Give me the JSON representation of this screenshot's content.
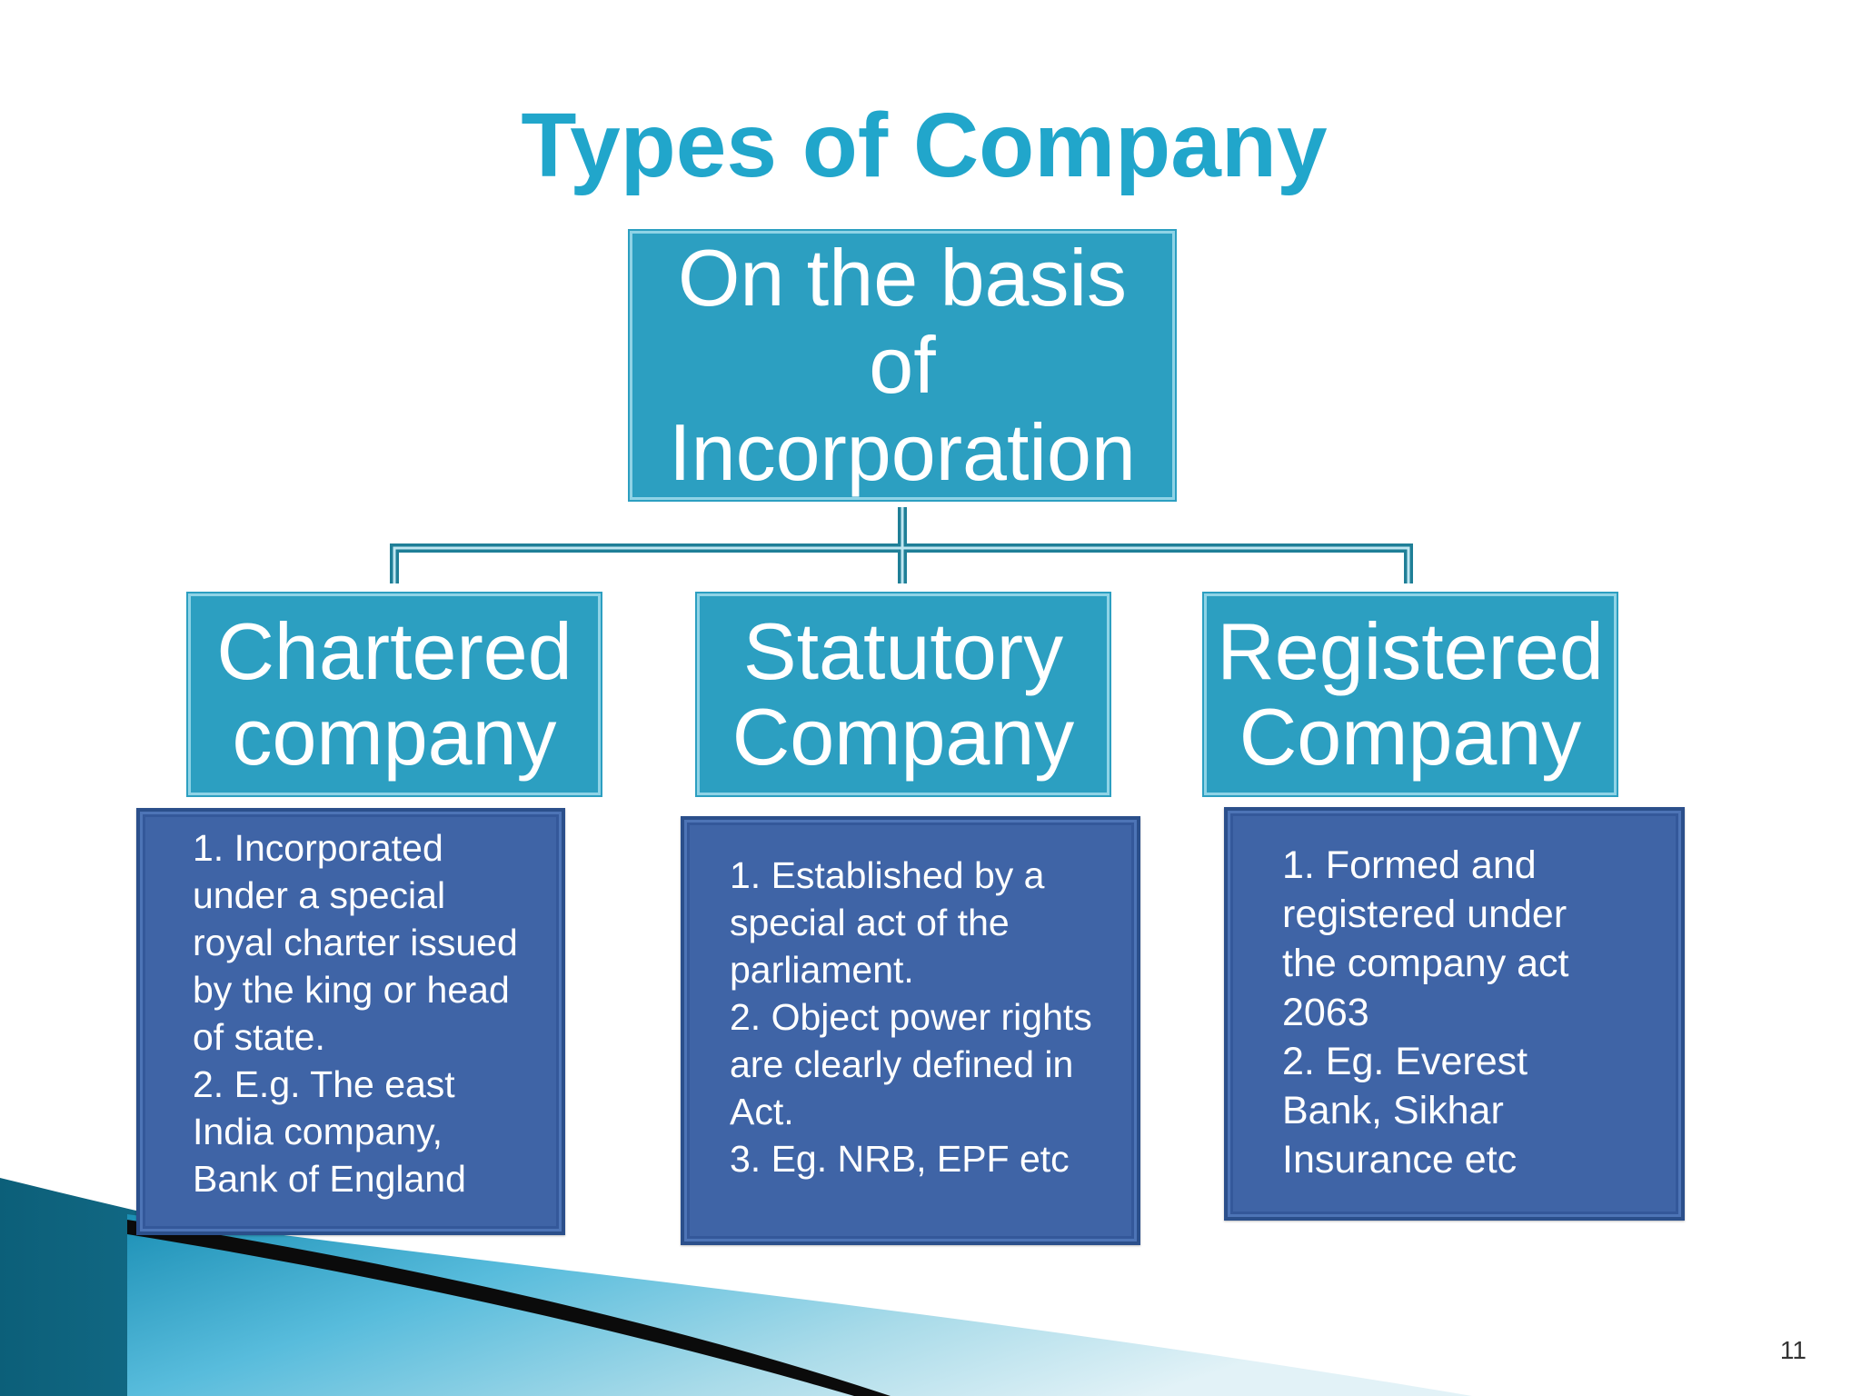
{
  "slide": {
    "title": "Types of Company",
    "page_number": "11"
  },
  "diagram": {
    "root": {
      "lines": [
        "On the basis",
        "of",
        "Incorporation"
      ]
    },
    "children": [
      {
        "lines": [
          "Chartered",
          "company"
        ],
        "description": "1. Incorporated\nunder a special\nroyal charter issued\nby the king or head\nof state.\n2. E.g. The east\nIndia company,\nBank of England"
      },
      {
        "lines": [
          "Statutory",
          "Company"
        ],
        "description": "1. Established by a\nspecial act of the\nparliament.\n2. Object power rights\nare clearly defined in\nAct.\n3. Eg. NRB, EPF etc"
      },
      {
        "lines": [
          "Registered",
          "Company"
        ],
        "description": "1. Formed and\nregistered under\nthe company act\n2063\n2. Eg. Everest\nBank, Sikhar\nInsurance etc"
      }
    ]
  },
  "colors": {
    "title": "#21a6cb",
    "node_fill": "#2c9fc1",
    "description_fill": "#3f64a6",
    "connector": "#1f7f97"
  }
}
